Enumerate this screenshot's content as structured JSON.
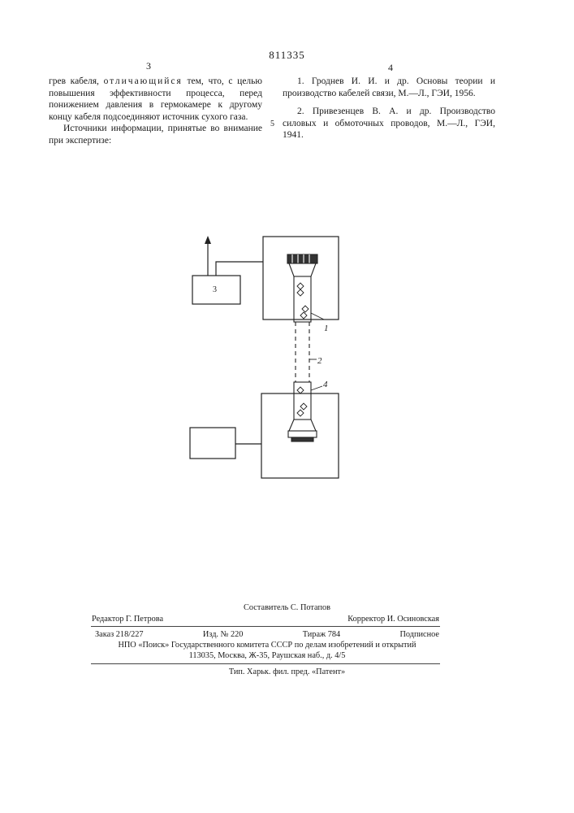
{
  "document": {
    "patent_number": "811335",
    "column_left": {
      "number": "3",
      "paragraph_1_a": "грев кабеля,",
      "paragraph_1_spaced": "отличающийся",
      "paragraph_1_b": "тем, что, с целью повышения эффективности процесса, перед понижением давления в гермокамере к другому концу кабеля подсоединяют источник сухого газа.",
      "paragraph_2": "Источники информации, принятые во внимание при экспертизе:"
    },
    "column_right": {
      "number": "4",
      "line_number": "5",
      "reference_1": "1. Гроднев И. И. и др. Основы теории и производство кабелей связи, М.—Л., ГЭИ, 1956.",
      "reference_2": "2. Привезенцев В. А. и др. Производство силовых и обмоточных проводов, М.—Л., ГЭИ, 1941."
    },
    "figure": {
      "labels": [
        "3",
        "1",
        "2",
        "4"
      ]
    },
    "footer": {
      "compiler": "Составитель С. Потапов",
      "editor": "Редактор Г. Петрова",
      "corrector": "Корректор И. Осиновская",
      "order": "Заказ 218/227",
      "edition": "Изд. № 220",
      "circulation": "Тираж 784",
      "subscription": "Подписное",
      "org_line_1": "НПО «Поиск» Государственного комитета СССР по делам изобретений и открытий",
      "org_line_2": "113035, Москва, Ж-35, Раушская наб., д. 4/5",
      "printer": "Тип. Харьк. фил. пред. «Патент»"
    }
  }
}
